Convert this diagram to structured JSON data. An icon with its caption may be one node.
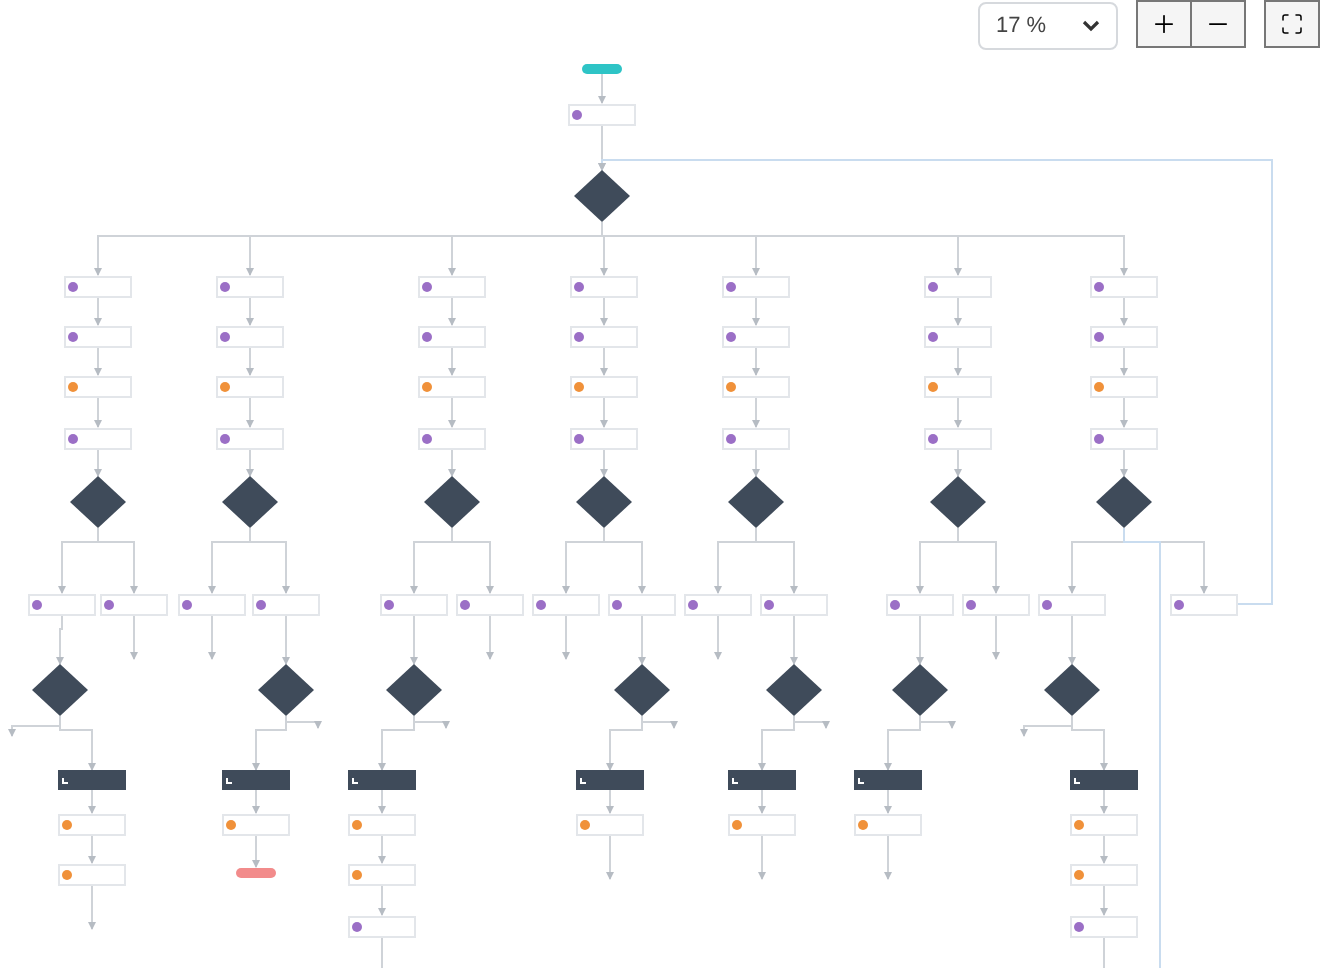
{
  "diagram": {
    "nodes": [
      {
        "text": [],
        "shape": "bar"
      },
      {
        "text": [],
        "shape": "box"
      },
      {
        "text": [],
        "shape": "diamond"
      },
      {
        "text": [],
        "shape": "box"
      },
      {
        "text": [],
        "shape": "box"
      },
      {
        "text": [],
        "shape": "box"
      },
      {
        "text": [],
        "shape": "box"
      },
      {
        "text": [],
        "shape": "diamond"
      },
      {
        "text": [],
        "shape": "box"
      },
      {
        "text": [],
        "shape": "box"
      },
      {
        "text": [],
        "shape": "box"
      },
      {
        "text": [],
        "shape": "box"
      },
      {
        "text": [],
        "shape": "diamond"
      },
      {
        "text": [],
        "shape": "box"
      },
      {
        "text": [],
        "shape": "box"
      },
      {
        "text": [],
        "shape": "box"
      },
      {
        "text": [],
        "shape": "box"
      },
      {
        "text": [],
        "shape": "diamond"
      },
      {
        "text": [],
        "shape": "box"
      },
      {
        "text": [],
        "shape": "box"
      },
      {
        "text": [],
        "shape": "box"
      },
      {
        "text": [],
        "shape": "box"
      },
      {
        "text": [],
        "shape": "diamond"
      },
      {
        "text": [],
        "shape": "box"
      },
      {
        "text": [],
        "shape": "box"
      },
      {
        "text": [],
        "shape": "box"
      },
      {
        "text": [],
        "shape": "box"
      },
      {
        "text": [],
        "shape": "diamond"
      },
      {
        "text": [],
        "shape": "box"
      },
      {
        "text": [],
        "shape": "box"
      },
      {
        "text": [],
        "shape": "box"
      },
      {
        "text": [],
        "shape": "box"
      },
      {
        "text": [],
        "shape": "diamond"
      },
      {
        "text": [],
        "shape": "box"
      },
      {
        "text": [],
        "shape": "box"
      },
      {
        "text": [],
        "shape": "box"
      },
      {
        "text": [],
        "shape": "box"
      },
      {
        "text": [],
        "shape": "diamond"
      },
      {
        "text": [],
        "shape": "box"
      },
      {
        "text": [],
        "shape": "box"
      },
      {
        "text": [],
        "shape": "box"
      },
      {
        "text": [],
        "shape": "box"
      },
      {
        "text": [],
        "shape": "box"
      },
      {
        "text": [],
        "shape": "box"
      },
      {
        "text": [],
        "shape": "box"
      },
      {
        "text": [],
        "shape": "box"
      },
      {
        "text": [],
        "shape": "box"
      },
      {
        "text": [],
        "shape": "box"
      },
      {
        "text": [],
        "shape": "box"
      },
      {
        "text": [],
        "shape": "box"
      },
      {
        "text": [],
        "shape": "box"
      },
      {
        "text": [],
        "shape": "box"
      },
      {
        "text": [],
        "shape": "diamond"
      },
      {
        "text": [],
        "shape": "diamond"
      },
      {
        "text": [],
        "shape": "diamond"
      },
      {
        "text": [],
        "shape": "diamond"
      },
      {
        "text": [],
        "shape": "diamond"
      },
      {
        "text": [],
        "shape": "diamond"
      },
      {
        "text": [],
        "shape": "diamond"
      },
      {
        "text": [],
        "shape": "box"
      },
      {
        "text": [],
        "shape": "box"
      },
      {
        "text": [],
        "shape": "box"
      },
      {
        "text": [],
        "shape": "box"
      },
      {
        "text": [],
        "shape": "box"
      },
      {
        "text": [],
        "shape": "box"
      },
      {
        "text": [],
        "shape": "box"
      },
      {
        "text": [],
        "shape": "box"
      },
      {
        "text": [],
        "shape": "box"
      },
      {
        "text": [],
        "shape": "box"
      },
      {
        "text": [],
        "shape": "bar"
      },
      {
        "text": [],
        "shape": "box"
      },
      {
        "text": [],
        "shape": "box"
      },
      {
        "text": [],
        "shape": "box"
      },
      {
        "text": [],
        "shape": "box"
      },
      {
        "text": [],
        "shape": "box"
      },
      {
        "text": [],
        "shape": "box"
      },
      {
        "text": [],
        "shape": "box"
      },
      {
        "text": [],
        "shape": "box"
      },
      {
        "text": [],
        "shape": "box"
      }
    ],
    "edges": [
      {
        "from": 0,
        "to": 1,
        "arrow": "to"
      },
      {
        "from": 1,
        "to": 2,
        "arrow": "to"
      },
      {
        "from": 2,
        "to": 3,
        "arrow": "to"
      },
      {
        "from": 2,
        "to": 8,
        "arrow": "to"
      },
      {
        "from": 2,
        "to": 13,
        "arrow": "to"
      },
      {
        "from": 2,
        "to": 18,
        "arrow": "to"
      },
      {
        "from": 2,
        "to": 23,
        "arrow": "to"
      },
      {
        "from": 2,
        "to": 28,
        "arrow": "to"
      },
      {
        "from": 2,
        "to": 33,
        "arrow": "to"
      },
      {
        "from": 3,
        "to": 4,
        "arrow": "to"
      },
      {
        "from": 4,
        "to": 5,
        "arrow": "to"
      },
      {
        "from": 5,
        "to": 6,
        "arrow": "to"
      },
      {
        "from": 6,
        "to": 7,
        "arrow": "to"
      },
      {
        "from": 8,
        "to": 9,
        "arrow": "to"
      },
      {
        "from": 9,
        "to": 10,
        "arrow": "to"
      },
      {
        "from": 10,
        "to": 11,
        "arrow": "to"
      },
      {
        "from": 11,
        "to": 12,
        "arrow": "to"
      },
      {
        "from": 13,
        "to": 14,
        "arrow": "to"
      },
      {
        "from": 14,
        "to": 15,
        "arrow": "to"
      },
      {
        "from": 15,
        "to": 16,
        "arrow": "to"
      },
      {
        "from": 16,
        "to": 17,
        "arrow": "to"
      },
      {
        "from": 18,
        "to": 19,
        "arrow": "to"
      },
      {
        "from": 19,
        "to": 20,
        "arrow": "to"
      },
      {
        "from": 20,
        "to": 21,
        "arrow": "to"
      },
      {
        "from": 21,
        "to": 22,
        "arrow": "to"
      },
      {
        "from": 23,
        "to": 24,
        "arrow": "to"
      },
      {
        "from": 24,
        "to": 25,
        "arrow": "to"
      },
      {
        "from": 25,
        "to": 26,
        "arrow": "to"
      },
      {
        "from": 26,
        "to": 27,
        "arrow": "to"
      },
      {
        "from": 28,
        "to": 29,
        "arrow": "to"
      },
      {
        "from": 29,
        "to": 30,
        "arrow": "to"
      },
      {
        "from": 30,
        "to": 31,
        "arrow": "to"
      },
      {
        "from": 31,
        "to": 32,
        "arrow": "to"
      },
      {
        "from": 33,
        "to": 34,
        "arrow": "to"
      },
      {
        "from": 34,
        "to": 35,
        "arrow": "to"
      },
      {
        "from": 35,
        "to": 36,
        "arrow": "to"
      },
      {
        "from": 36,
        "to": 37,
        "arrow": "to"
      },
      {
        "from": 7,
        "to": 38,
        "arrow": "to"
      },
      {
        "from": 7,
        "to": 39,
        "arrow": "to"
      },
      {
        "from": 12,
        "to": 40,
        "arrow": "to"
      },
      {
        "from": 12,
        "to": 41,
        "arrow": "to"
      },
      {
        "from": 17,
        "to": 42,
        "arrow": "to"
      },
      {
        "from": 17,
        "to": 43,
        "arrow": "to"
      },
      {
        "from": 22,
        "to": 44,
        "arrow": "to"
      },
      {
        "from": 22,
        "to": 45,
        "arrow": "to"
      },
      {
        "from": 27,
        "to": 46,
        "arrow": "to"
      },
      {
        "from": 27,
        "to": 47,
        "arrow": "to"
      },
      {
        "from": 32,
        "to": 48,
        "arrow": "to"
      },
      {
        "from": 32,
        "to": 49,
        "arrow": "to"
      },
      {
        "from": 37,
        "to": 50,
        "arrow": "to"
      },
      {
        "from": 37,
        "to": 51,
        "arrow": "to"
      },
      {
        "from": 38,
        "to": 52,
        "arrow": "to"
      },
      {
        "from": 39,
        "to": null,
        "arrow": "to"
      },
      {
        "from": 40,
        "to": null,
        "arrow": "to"
      },
      {
        "from": 41,
        "to": 53,
        "arrow": "to"
      },
      {
        "from": 42,
        "to": 54,
        "arrow": "to"
      },
      {
        "from": 43,
        "to": null,
        "arrow": "to"
      },
      {
        "from": 44,
        "to": null,
        "arrow": "to"
      },
      {
        "from": 45,
        "to": 55,
        "arrow": "to"
      },
      {
        "from": 46,
        "to": null,
        "arrow": "to"
      },
      {
        "from": 47,
        "to": 56,
        "arrow": "to"
      },
      {
        "from": 48,
        "to": 57,
        "arrow": "to"
      },
      {
        "from": 49,
        "to": null,
        "arrow": "to"
      },
      {
        "from": 50,
        "to": 58,
        "arrow": "to"
      },
      {
        "from": 51,
        "to": 2,
        "arrow": "to",
        "color": "#c9dcef"
      },
      {
        "from": 52,
        "to": null,
        "arrow": "to"
      },
      {
        "from": 52,
        "to": 59,
        "arrow": "to"
      },
      {
        "from": 53,
        "to": 60,
        "arrow": "to"
      },
      {
        "from": 53,
        "to": null,
        "arrow": "to"
      },
      {
        "from": 54,
        "to": 61,
        "arrow": "to"
      },
      {
        "from": 54,
        "to": null,
        "arrow": "to"
      },
      {
        "from": 55,
        "to": null,
        "arrow": "to"
      },
      {
        "from": 55,
        "to": 62,
        "arrow": "to"
      },
      {
        "from": 56,
        "to": 63,
        "arrow": "to"
      },
      {
        "from": 56,
        "to": null,
        "arrow": "to"
      },
      {
        "from": 57,
        "to": 64,
        "arrow": "to"
      },
      {
        "from": 57,
        "to": null,
        "arrow": "to"
      },
      {
        "from": 58,
        "to": null,
        "arrow": "to"
      },
      {
        "from": 58,
        "to": 65,
        "arrow": "to"
      },
      {
        "from": 59,
        "to": 66,
        "arrow": "to"
      },
      {
        "from": 66,
        "to": 67,
        "arrow": "to"
      },
      {
        "from": 67,
        "to": null,
        "arrow": "to"
      },
      {
        "from": 60,
        "to": 68,
        "arrow": "to"
      },
      {
        "from": 68,
        "to": 69,
        "arrow": "to"
      },
      {
        "from": 61,
        "to": 70,
        "arrow": "to"
      },
      {
        "from": 70,
        "to": 71,
        "arrow": "to"
      },
      {
        "from": 71,
        "to": 72,
        "arrow": "to"
      },
      {
        "from": 72,
        "to": null,
        "arrow": "to"
      },
      {
        "from": 62,
        "to": 73,
        "arrow": "to"
      },
      {
        "from": 73,
        "to": null,
        "arrow": "to"
      },
      {
        "from": 63,
        "to": 74,
        "arrow": "to"
      },
      {
        "from": 74,
        "to": null,
        "arrow": "to"
      },
      {
        "from": 64,
        "to": 75,
        "arrow": "to"
      },
      {
        "from": 75,
        "to": null,
        "arrow": "to"
      },
      {
        "from": 65,
        "to": 76,
        "arrow": "to"
      },
      {
        "from": 76,
        "to": 77,
        "arrow": "to"
      },
      {
        "from": 77,
        "to": 78,
        "arrow": "to"
      },
      {
        "from": 78,
        "to": null,
        "arrow": "to"
      },
      {
        "from": 37,
        "to": null,
        "arrow": "to",
        "color": "#c9dcef"
      }
    ],
    "labels": [
      "17 %"
    ]
  }
}
